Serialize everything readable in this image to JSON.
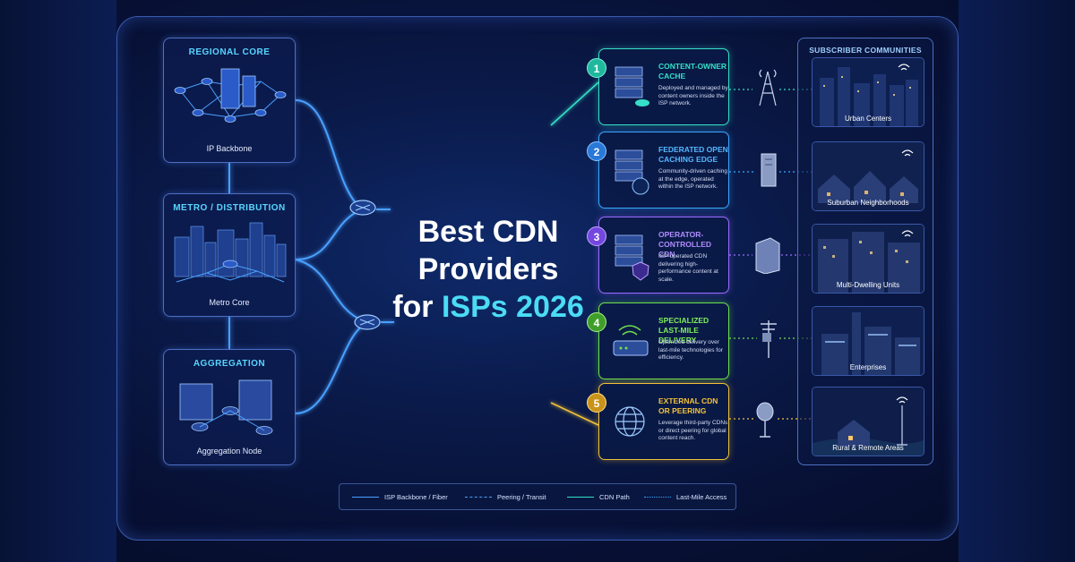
{
  "title": {
    "line1": "Best CDN",
    "line2": "Providers",
    "line3_prefix": "for",
    "line3_accent": "ISPs 2026"
  },
  "tiers": [
    {
      "title": "REGIONAL CORE",
      "caption": "IP Backbone"
    },
    {
      "title": "METRO / DISTRIBUTION",
      "caption": "Metro Core"
    },
    {
      "title": "AGGREGATION",
      "caption": "Aggregation Node"
    }
  ],
  "options": [
    {
      "number": "1",
      "title": "Content-Owner Cache",
      "description": "Deployed and managed by content owners inside the ISP network.",
      "color": "#36e0c8"
    },
    {
      "number": "2",
      "title": "Federated Open Caching Edge",
      "description": "Community-driven caching at the edge, operated within the ISP network.",
      "color": "#3aa8ff"
    },
    {
      "number": "3",
      "title": "Operator-Controlled CDN",
      "description": "ISP-operated CDN delivering high-performance content at scale.",
      "color": "#9a6bff"
    },
    {
      "number": "4",
      "title": "Specialized Last-Mile Delivery",
      "description": "Optimized delivery over last-mile technologies for efficiency.",
      "color": "#6fe04a"
    },
    {
      "number": "5",
      "title": "External CDN or Peering",
      "description": "Leverage third-party CDNs or direct peering for global content reach.",
      "color": "#f2c23a"
    }
  ],
  "communities": {
    "title": "SUBSCRIBER COMMUNITIES",
    "items": [
      "Urban Centers",
      "Suburban Neighborhoods",
      "Multi-Dwelling Units",
      "Enterprises",
      "Rural & Remote Areas"
    ]
  },
  "legend": [
    {
      "label": "ISP Backbone / Fiber",
      "style": "solid",
      "color": "#4aa0ff"
    },
    {
      "label": "Peering / Transit",
      "style": "dashed",
      "color": "#4aa0ff"
    },
    {
      "label": "CDN Path",
      "style": "solid",
      "color": "#36e0c8"
    },
    {
      "label": "Last-Mile Access",
      "style": "dotted",
      "color": "#3aa8ff"
    }
  ],
  "colors": {
    "accent": "#4bdcf5",
    "backbone": "#4aa0ff"
  }
}
